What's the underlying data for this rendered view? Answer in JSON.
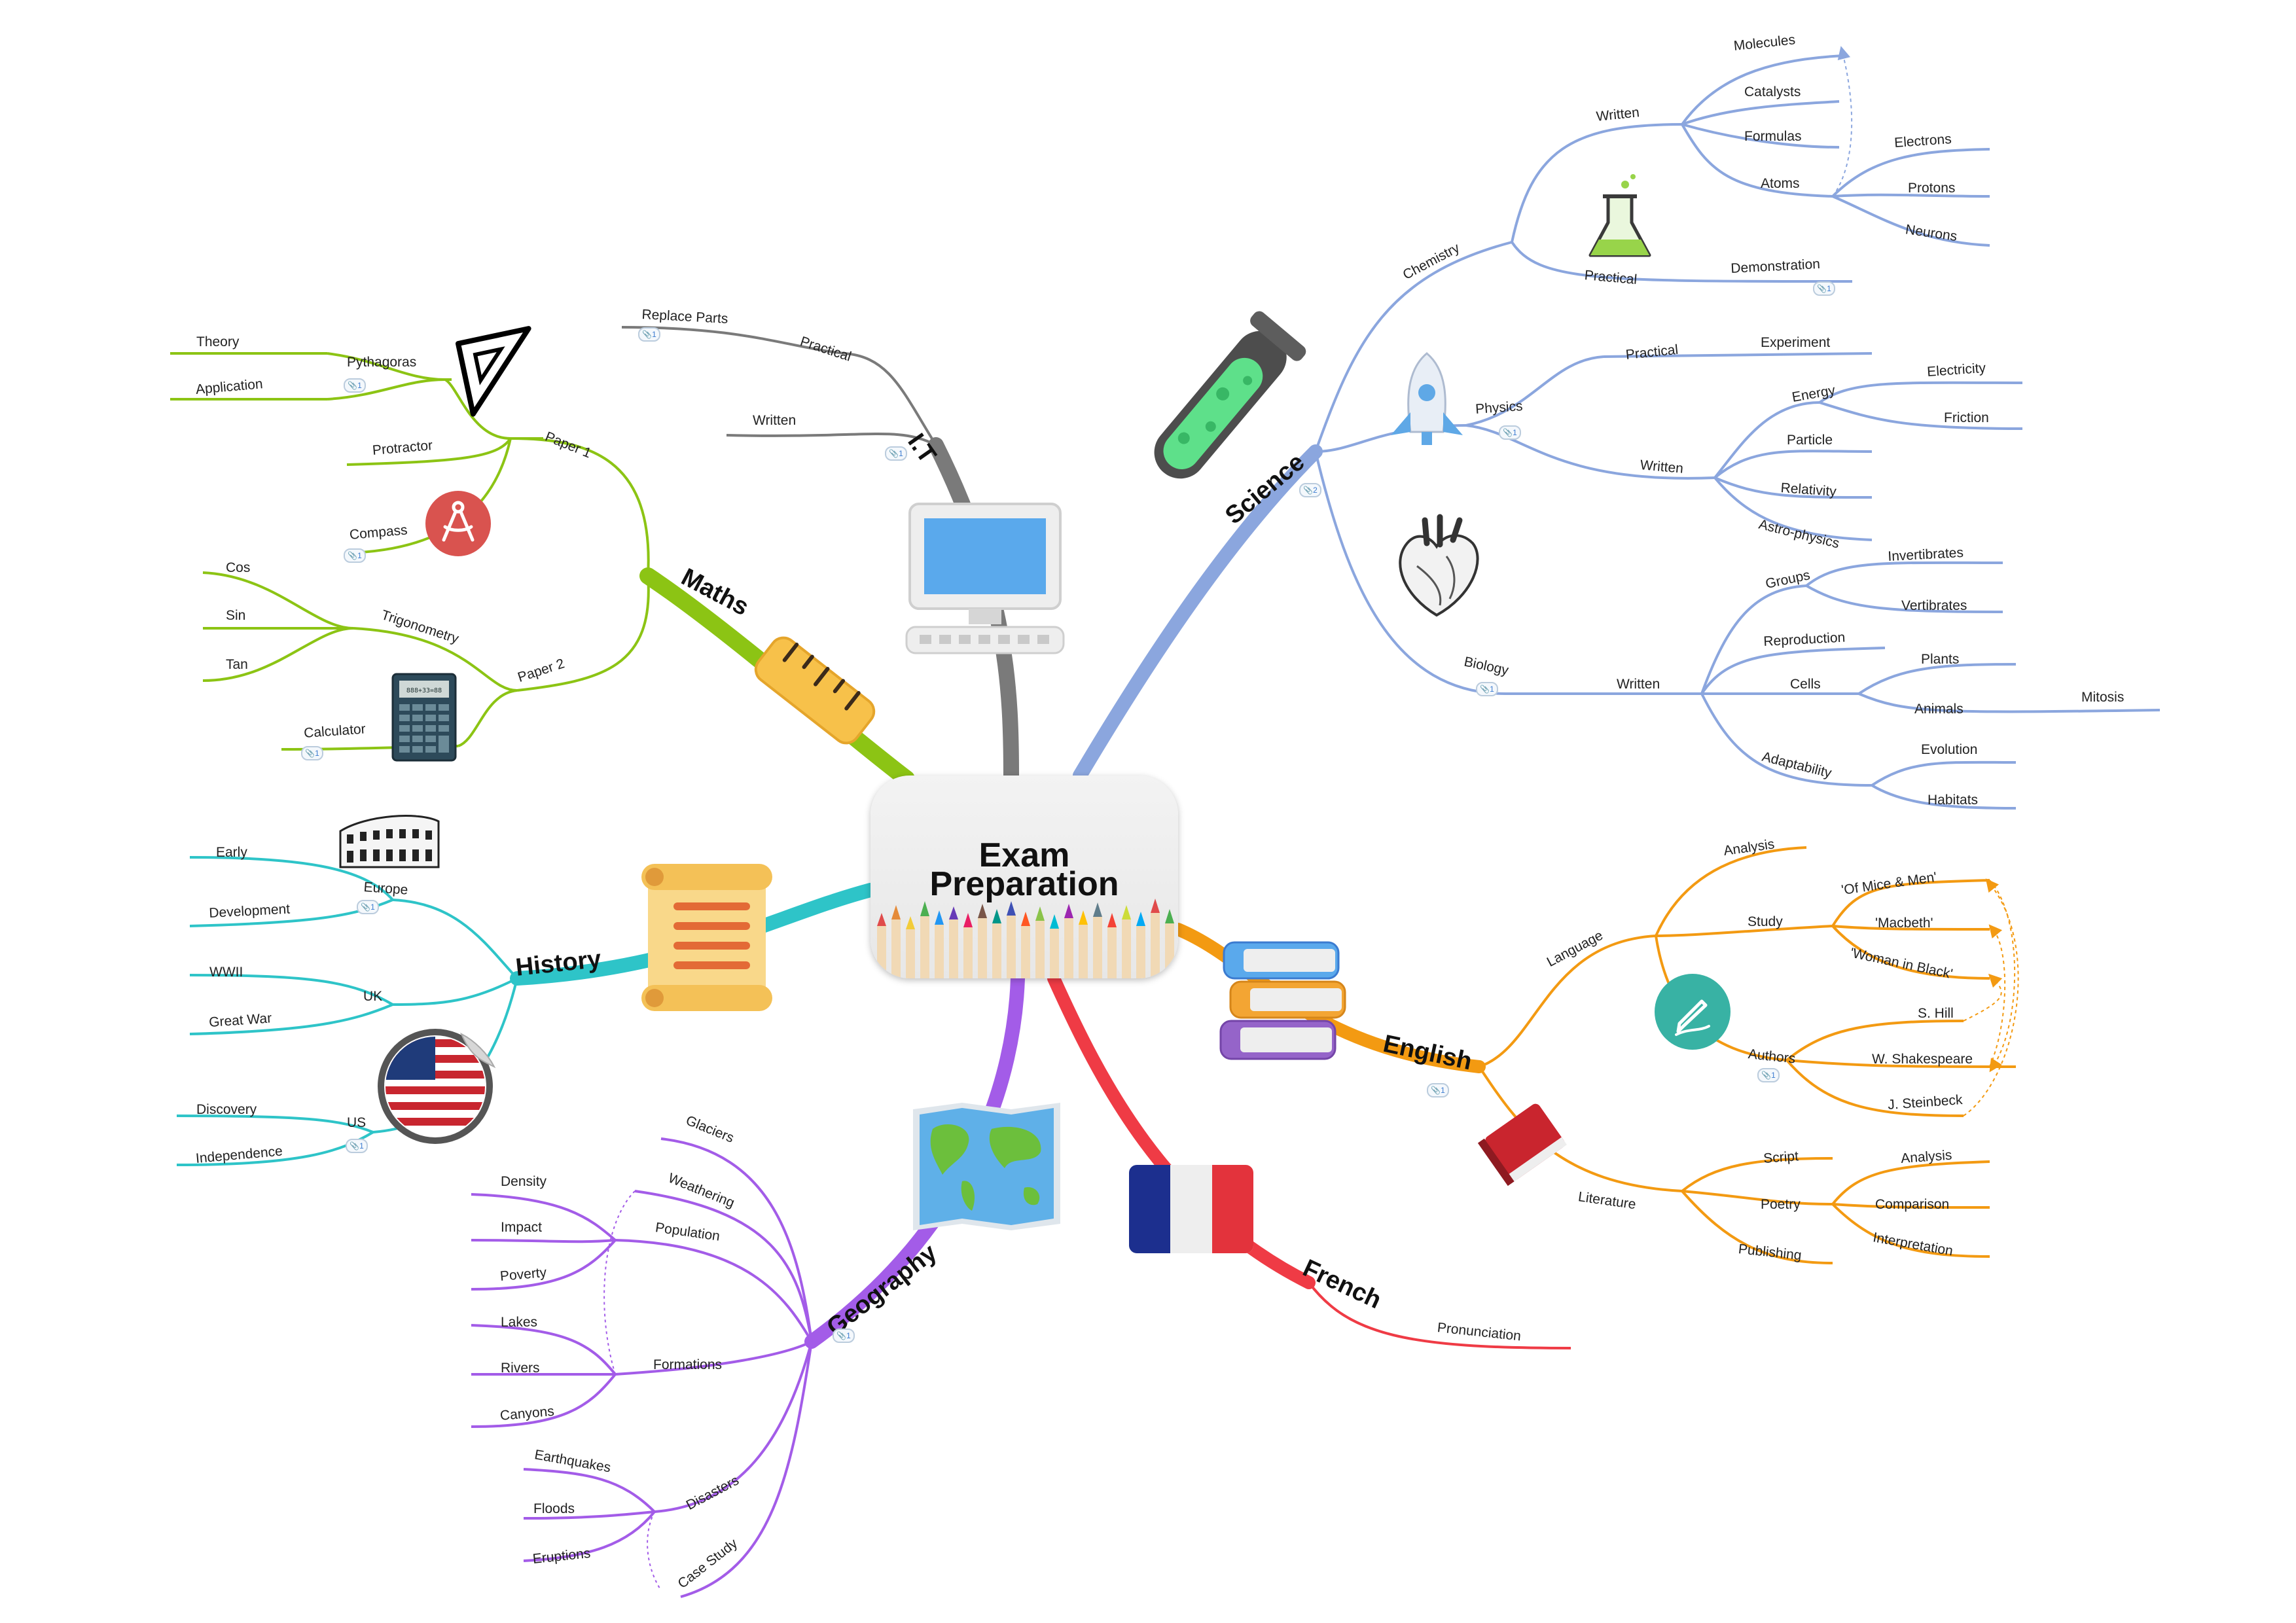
{
  "center": {
    "line1": "Exam",
    "line2": "Preparation"
  },
  "branches": {
    "maths": {
      "label": "Maths",
      "color": "#8cc414"
    },
    "it": {
      "label": "I.T",
      "color": "#7a7a7a"
    },
    "science": {
      "label": "Science",
      "color": "#8ba6de"
    },
    "english": {
      "label": "English",
      "color": "#f39a12"
    },
    "french": {
      "label": "French",
      "color": "#ef3b45"
    },
    "geography": {
      "label": "Geography",
      "color": "#a35ce8"
    },
    "history": {
      "label": "History",
      "color": "#2ec4c8"
    }
  },
  "maths": {
    "paper1": "Paper 1",
    "paper2": "Paper 2",
    "pythagoras": "Pythagoras",
    "theory": "Theory",
    "application": "Application",
    "protractor": "Protractor",
    "compass": "Compass",
    "trigonometry": "Trigonometry",
    "cos": "Cos",
    "sin": "Sin",
    "tan": "Tan",
    "calculator": "Calculator",
    "calc_display": "888+33=88"
  },
  "it": {
    "replace_parts": "Replace Parts",
    "practical": "Practical",
    "written": "Written"
  },
  "science": {
    "chemistry": "Chemistry",
    "written": "Written",
    "molecules": "Molecules",
    "catalysts": "Catalysts",
    "formulas": "Formulas",
    "atoms": "Atoms",
    "electrons": "Electrons",
    "protons": "Protons",
    "neurons": "Neurons",
    "practical": "Practical",
    "demonstration": "Demonstration",
    "physics": "Physics",
    "phys_practical": "Practical",
    "experiment": "Experiment",
    "phys_written": "Written",
    "energy": "Energy",
    "electricity": "Electricity",
    "friction": "Friction",
    "particle": "Particle",
    "relativity": "Relativity",
    "astro": "Astro-physics",
    "biology": "Biology",
    "bio_written": "Written",
    "groups": "Groups",
    "invertibrates": "Invertibrates",
    "vertibrates": "Vertibrates",
    "reproduction": "Reproduction",
    "cells": "Cells",
    "plants": "Plants",
    "animals": "Animals",
    "mitosis": "Mitosis",
    "adaptability": "Adaptability",
    "evolution": "Evolution",
    "habitats": "Habitats"
  },
  "english": {
    "language": "Language",
    "analysis": "Analysis",
    "study": "Study",
    "mice": "'Of Mice & Men'",
    "macbeth": "'Macbeth'",
    "woman": "'Woman in Black'",
    "authors": "Authors",
    "hill": "S. Hill",
    "shakespeare": "W. Shakespeare",
    "steinbeck": "J. Steinbeck",
    "literature": "Literature",
    "script": "Script",
    "poetry": "Poetry",
    "publishing": "Publishing",
    "lit_analysis": "Analysis",
    "comparison": "Comparison",
    "interpretation": "Interpretation"
  },
  "french": {
    "pronunciation": "Pronunciation"
  },
  "geography": {
    "glaciers": "Glaciers",
    "weathering": "Weathering",
    "population": "Population",
    "density": "Density",
    "impact": "Impact",
    "poverty": "Poverty",
    "formations": "Formations",
    "lakes": "Lakes",
    "rivers": "Rivers",
    "canyons": "Canyons",
    "disasters": "Disasters",
    "earthquakes": "Earthquakes",
    "floods": "Floods",
    "eruptions": "Eruptions",
    "case_study": "Case Study"
  },
  "history": {
    "europe": "Europe",
    "early": "Early",
    "development": "Development",
    "uk": "UK",
    "wwii": "WWII",
    "great_war": "Great War",
    "us": "US",
    "discovery": "Discovery",
    "independence": "Independence"
  },
  "attachment_count": "1",
  "science_attachment_count": "2"
}
